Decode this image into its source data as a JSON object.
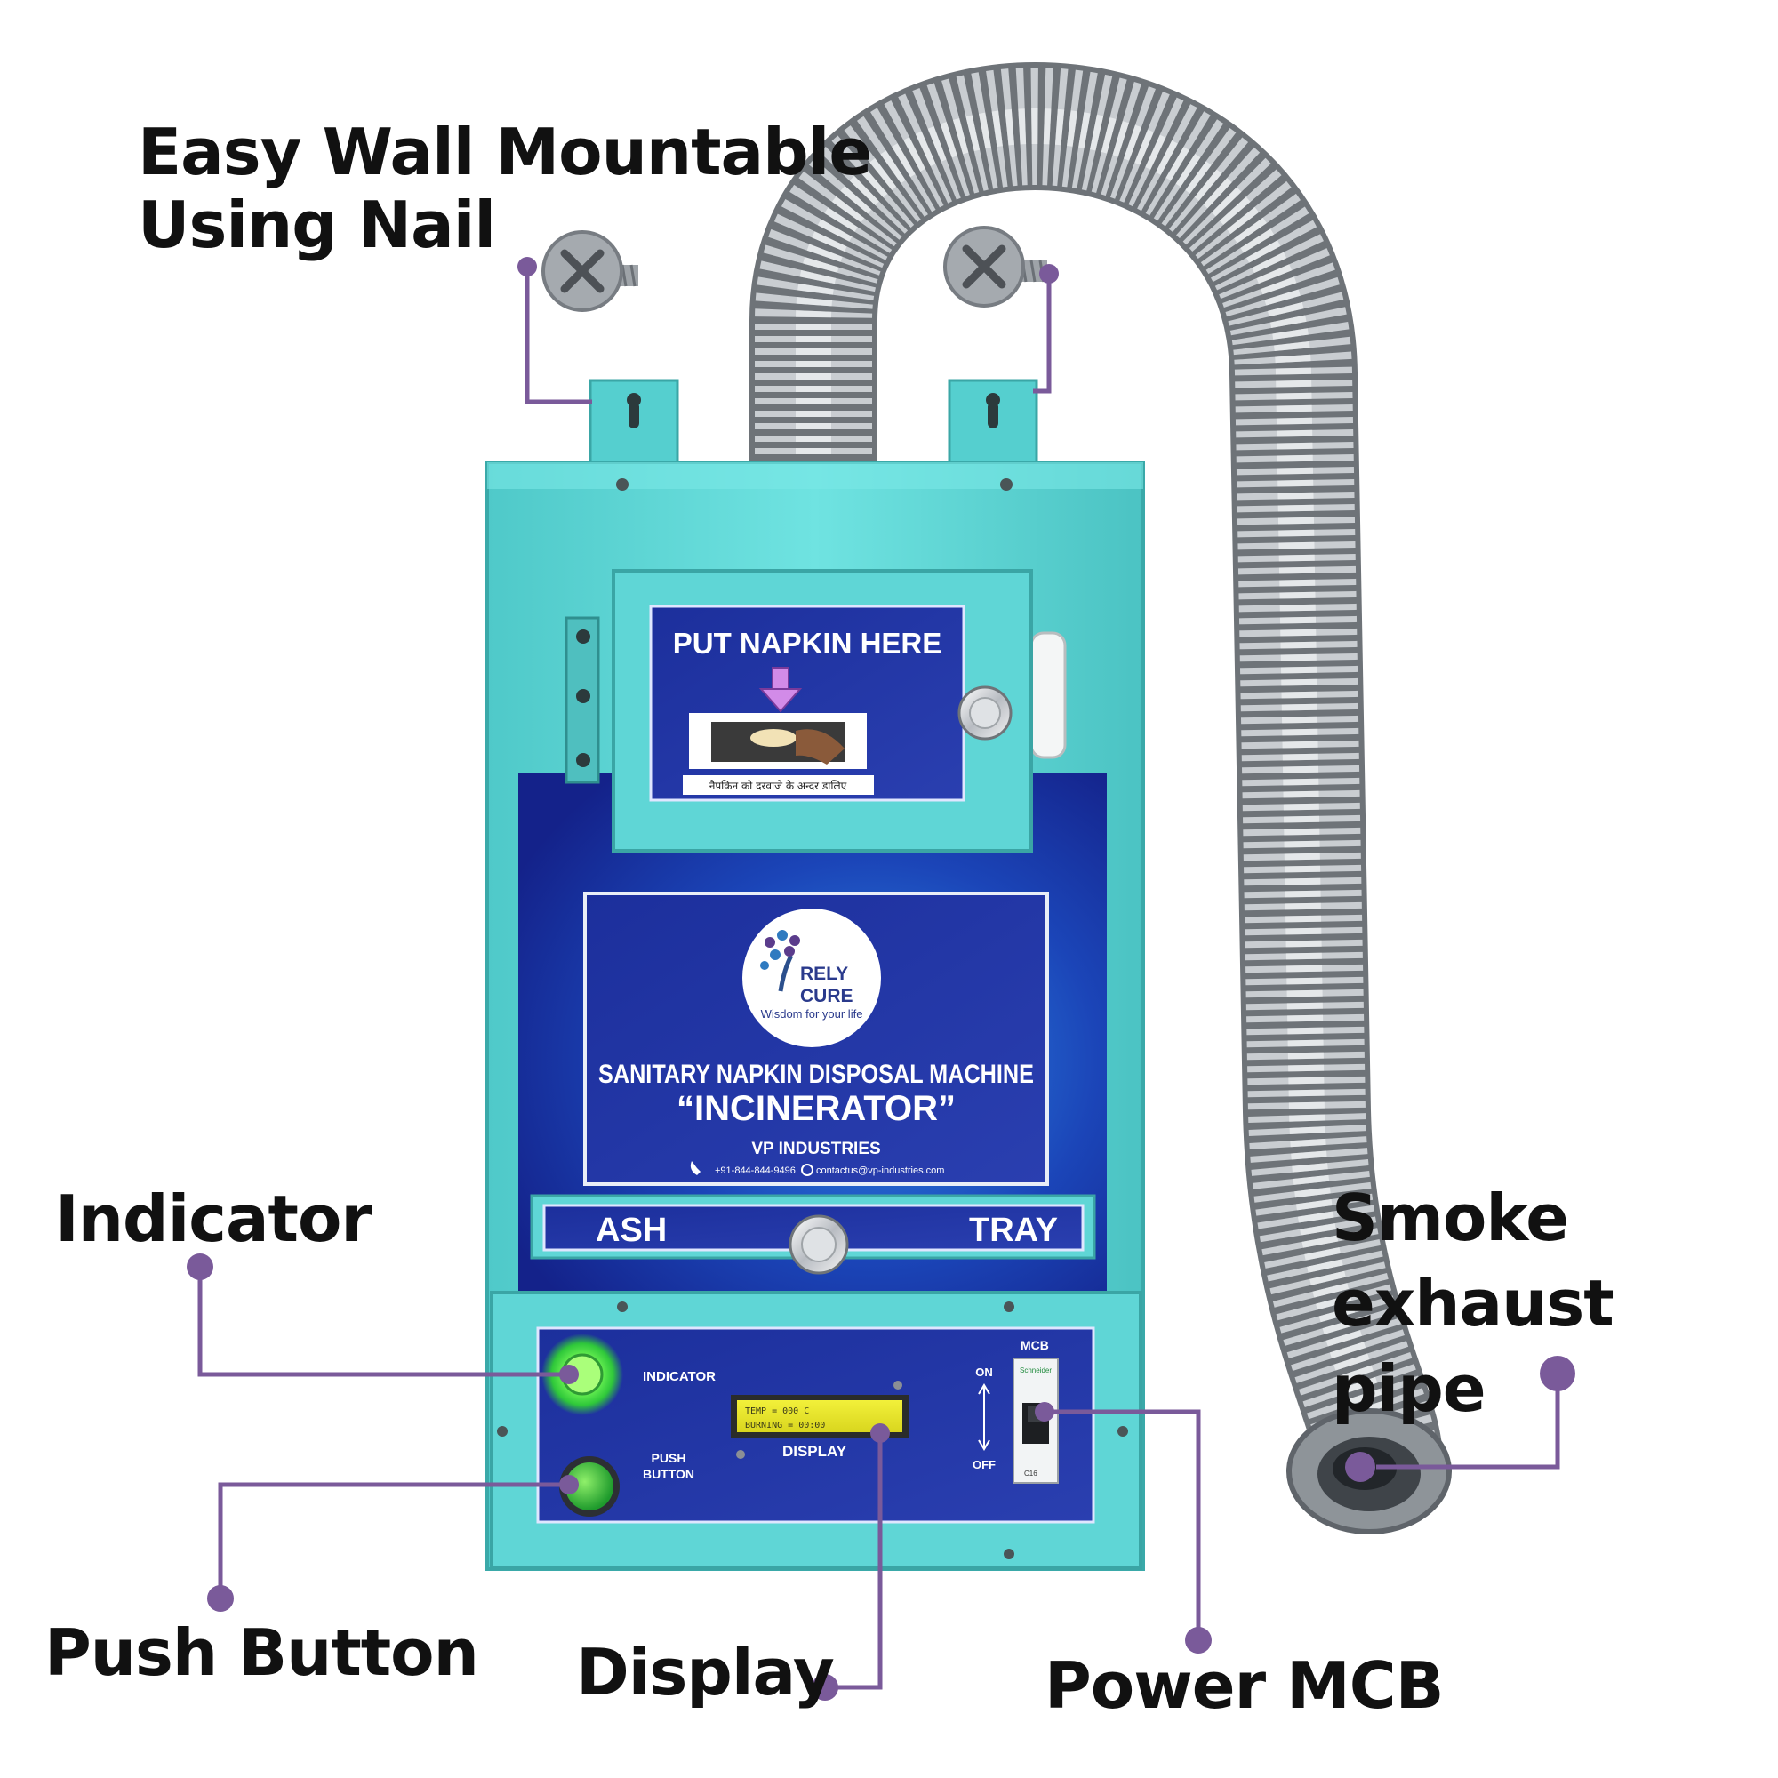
{
  "callouts": {
    "wall_mount": [
      "Easy Wall Mountable",
      "Using Nail"
    ],
    "indicator": "Indicator",
    "push_button": "Push Button",
    "display": "Display",
    "power_mcb": "Power MCB",
    "exhaust": [
      "Smoke",
      "exhaust pipe"
    ]
  },
  "machine": {
    "door_sign": {
      "title": "PUT NAPKIN HERE",
      "hindi_caption": "नैपकिन को दरवाजे के अन्दर डालिए"
    },
    "brand": {
      "name_line1": "RELY",
      "name_line2": "CURE",
      "tagline": "Wisdom for your life"
    },
    "product": {
      "line1": "SANITARY NAPKIN DISPOSAL MACHINE",
      "line2": "“INCINERATOR”",
      "maker": "VP INDUSTRIES",
      "phone": "+91-844-844-9496",
      "email": "contactus@vp-industries.com"
    },
    "tray": {
      "left": "ASH",
      "right": "TRAY"
    },
    "panel": {
      "indicator_label": "INDICATOR",
      "push_label_1": "PUSH",
      "push_label_2": "BUTTON",
      "display_label": "DISPLAY",
      "lcd_line1": "TEMP = 000 C",
      "lcd_line2": "BURNING = 00:00",
      "mcb_label": "MCB",
      "mcb_on": "ON",
      "mcb_off": "OFF",
      "mcb_brand": "Schneider",
      "mcb_rating": "C16"
    }
  },
  "colors": {
    "teal": "#5fd8d8",
    "navy": "#1a2f9a",
    "accent": "#7a5a9a",
    "indicator_green": "#7dff5a"
  },
  "icons": [
    "screw-icon",
    "down-arrow-icon",
    "tree-logo-icon",
    "phone-icon",
    "email-icon"
  ]
}
